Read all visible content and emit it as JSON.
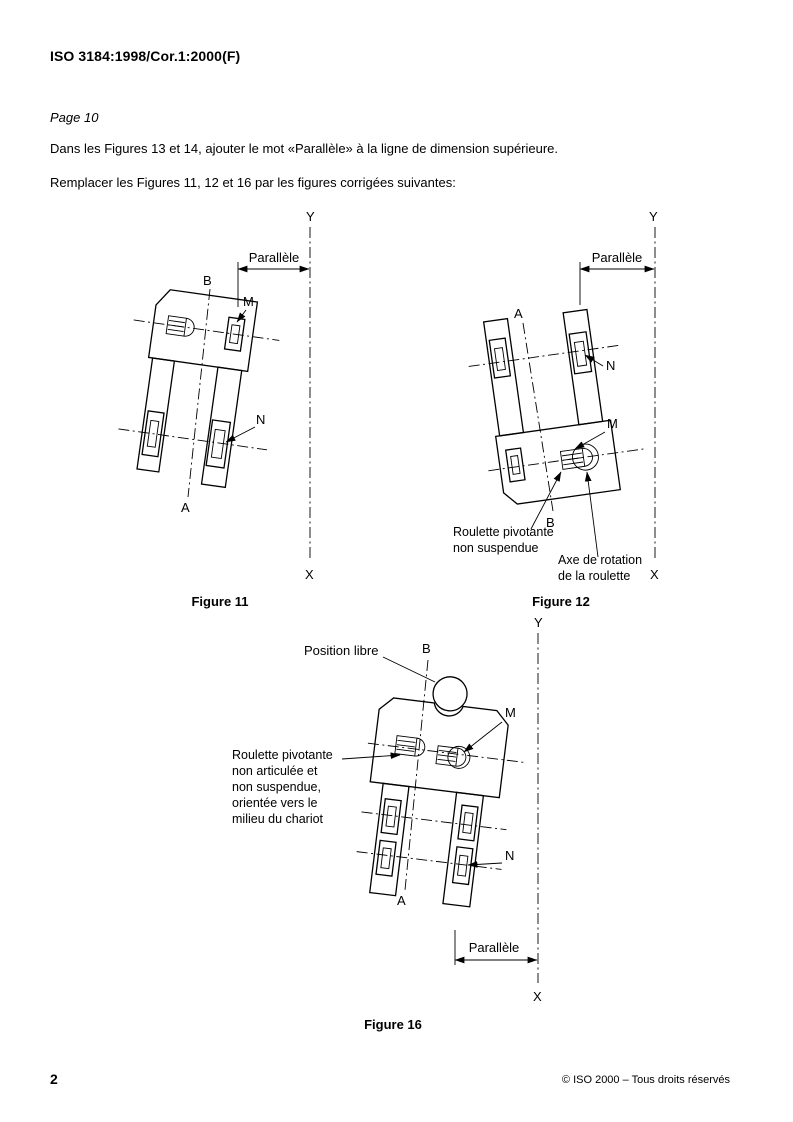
{
  "document": {
    "header_title": "ISO 3184:1998/Cor.1:2000(F)",
    "page_ref": "Page 10",
    "para1": "Dans les Figures 13 et 14, ajouter le mot «Parallèle» à la ligne de dimension supérieure.",
    "para2": "Remplacer les Figures 11, 12 et 16 par les figures corrigées suivantes:",
    "footer_page_number": "2",
    "footer_copyright": "© ISO 2000 – Tous droits réservés"
  },
  "figure11": {
    "caption": "Figure 11",
    "axis_top": "Y",
    "axis_bottom": "X",
    "label_a": "A",
    "label_b": "B",
    "label_m": "M",
    "label_n": "N",
    "dimension": "Parallèle"
  },
  "figure12": {
    "caption": "Figure 12",
    "axis_top": "Y",
    "axis_bottom": "X",
    "label_a": "A",
    "label_b": "B",
    "label_m": "M",
    "label_n": "N",
    "dimension": "Parallèle",
    "note_roulette": [
      "Roulette pivotante",
      "non suspendue"
    ],
    "note_axe": [
      "Axe de rotation",
      "de la roulette"
    ]
  },
  "figure16": {
    "caption": "Figure 16",
    "axis_top": "Y",
    "axis_bottom": "X",
    "label_a": "A",
    "label_b": "B",
    "label_m": "M",
    "label_n": "N",
    "dimension": "Parallèle",
    "label_position_libre": "Position libre",
    "note_roulette": [
      "Roulette pivotante",
      "non articulée et",
      "non suspendue,",
      "orientée vers le",
      "milieu du chariot"
    ]
  }
}
